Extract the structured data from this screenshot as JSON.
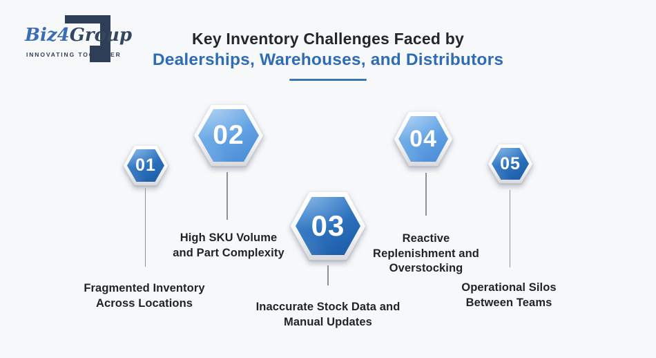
{
  "page": {
    "background_color": "#f7f8fa"
  },
  "logo": {
    "brand_part1": "Biz",
    "brand_part2": "4",
    "brand_part3": "Group",
    "tagline": "INNOVATING TOGETHER",
    "brand_blue": "#3a6db6",
    "brand_navy": "#2e3e56"
  },
  "header": {
    "title_line1": "Key Inventory Challenges Faced by",
    "title_line2": "Dealerships, Warehouses, and Distributors",
    "title_color": "#23262b",
    "accent_color": "#2e6cb5",
    "divider_color": "#3b76b0"
  },
  "challenges": [
    {
      "number": "01",
      "tone": "dark",
      "label_lines": [
        "Fragmented Inventory",
        "Across Locations"
      ]
    },
    {
      "number": "02",
      "tone": "light",
      "label_lines": [
        "High SKU Volume",
        "and Part Complexity"
      ]
    },
    {
      "number": "03",
      "tone": "dark",
      "label_lines": [
        "Inaccurate Stock Data and",
        "Manual Updates"
      ]
    },
    {
      "number": "04",
      "tone": "light",
      "label_lines": [
        "Reactive",
        "Replenishment and",
        "Overstocking"
      ]
    },
    {
      "number": "05",
      "tone": "dark",
      "label_lines": [
        "Operational Silos",
        "Between Teams"
      ]
    }
  ],
  "styles": {
    "hex_dark_gradient": [
      "#4e96dc",
      "#1a58a4"
    ],
    "hex_light_gradient": [
      "#8abdef",
      "#4689d5"
    ],
    "hex_rim_color": "#ffffff",
    "number_color": "#ffffff",
    "connector_color": "#8e9093",
    "label_color": "#1f2226"
  }
}
